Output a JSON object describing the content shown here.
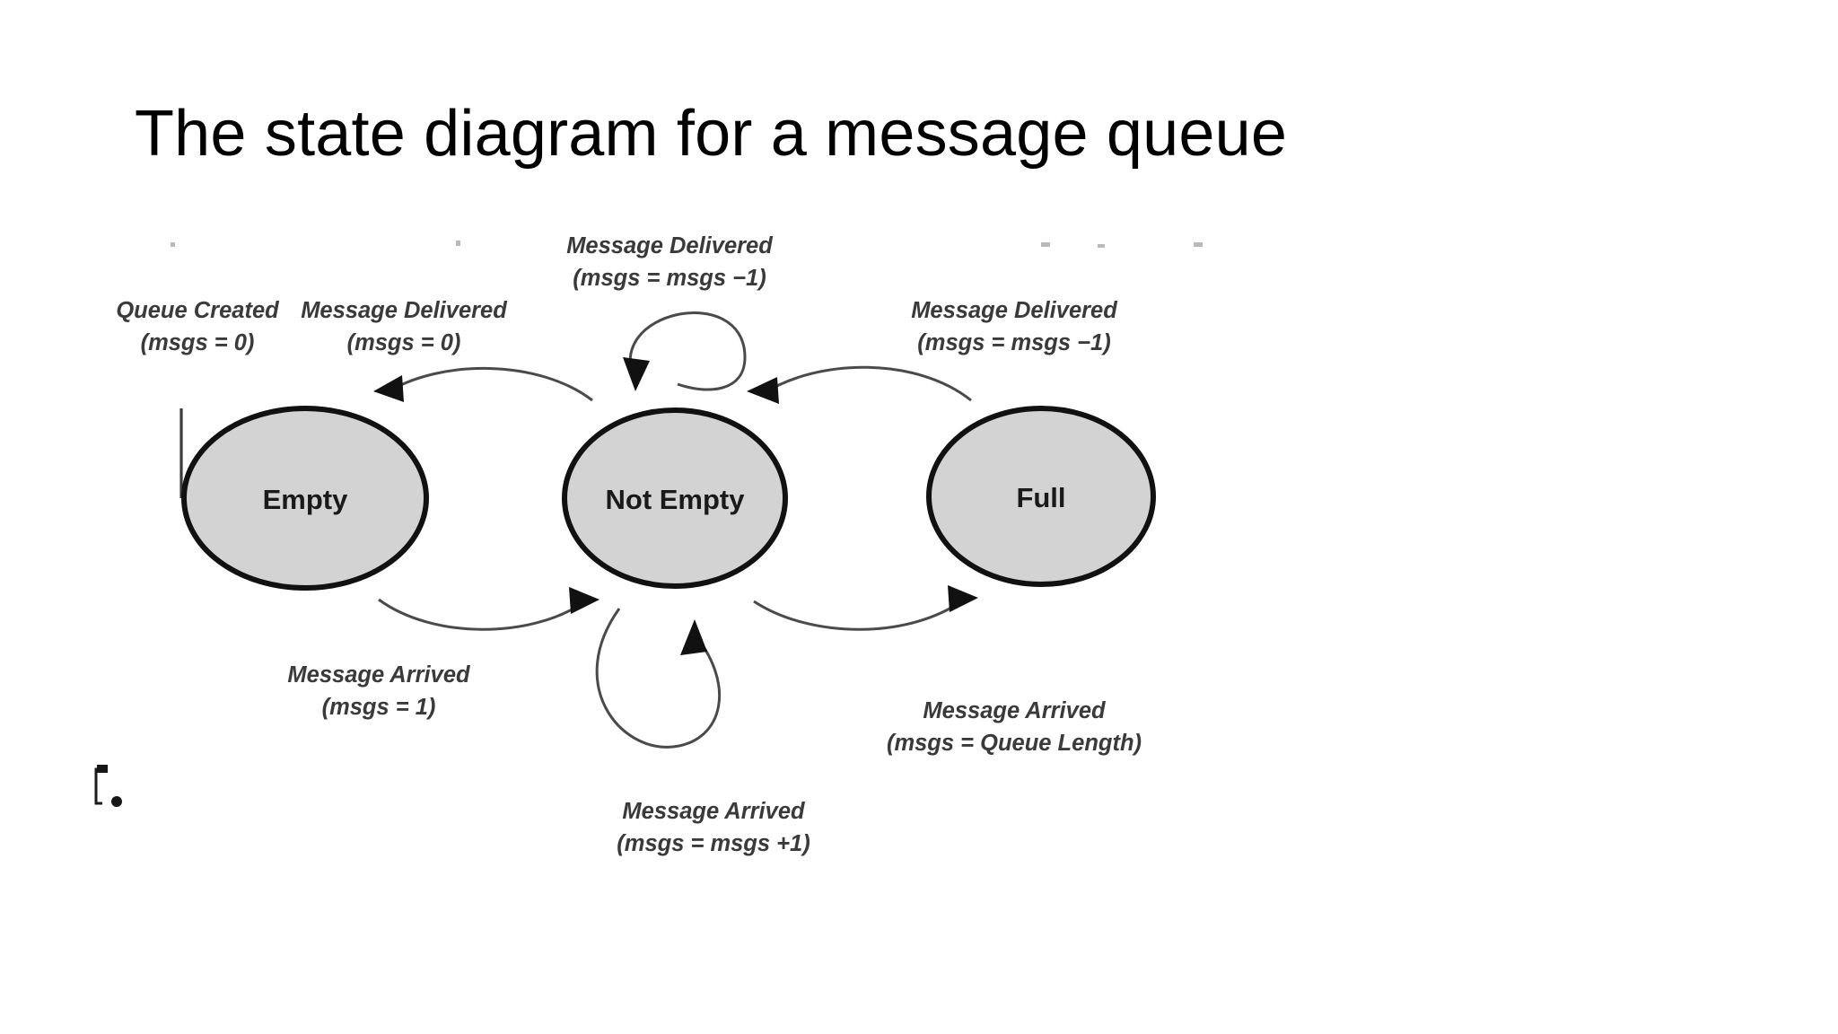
{
  "slide": {
    "title": "The state diagram for a message queue",
    "background_color": "#ffffff",
    "title_color": "#000000"
  },
  "diagram": {
    "type": "state-diagram",
    "node_fill_color": "#d3d3d3",
    "node_stroke_color": "#111111",
    "edge_color": "#4a4a4a",
    "states": [
      {
        "id": "empty",
        "label": "Empty"
      },
      {
        "id": "not-empty",
        "label": "Not Empty"
      },
      {
        "id": "full",
        "label": "Full"
      }
    ],
    "transitions": [
      {
        "id": "queue-created",
        "from": "start",
        "to": "empty",
        "event": "Queue Created",
        "action": "(msgs = 0)"
      },
      {
        "id": "not-empty-to-empty",
        "from": "not-empty",
        "to": "empty",
        "event": "Message Delivered",
        "action": "(msgs = 0)"
      },
      {
        "id": "empty-to-not-empty",
        "from": "empty",
        "to": "not-empty",
        "event": "Message Arrived",
        "action": "(msgs = 1)"
      },
      {
        "id": "not-empty-self-delivered",
        "from": "not-empty",
        "to": "not-empty",
        "event": "Message Delivered",
        "action": "(msgs = msgs −1)"
      },
      {
        "id": "not-empty-self-arrived",
        "from": "not-empty",
        "to": "not-empty",
        "event": "Message Arrived",
        "action": "(msgs = msgs +1)"
      },
      {
        "id": "full-to-not-empty",
        "from": "full",
        "to": "not-empty",
        "event": "Message Delivered",
        "action": "(msgs = msgs −1)"
      },
      {
        "id": "not-empty-to-full",
        "from": "not-empty",
        "to": "full",
        "event": "Message Arrived",
        "action": "(msgs = Queue Length)"
      }
    ]
  }
}
